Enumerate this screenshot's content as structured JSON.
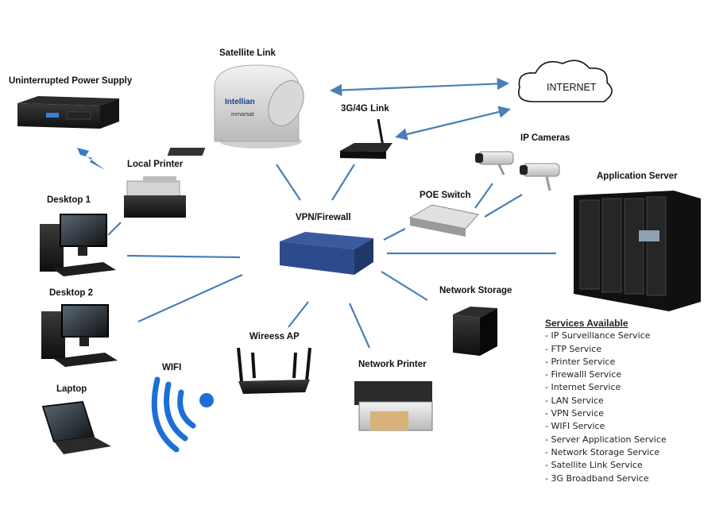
{
  "labels": {
    "ups": "Uninterrupted Power Supply",
    "satellite": "Satellite Link",
    "link_3g4g": "3G/4G Link",
    "internet": "INTERNET",
    "ip_cameras": "IP Cameras",
    "local_printer": "Local Printer",
    "desktop1": "Desktop 1",
    "desktop2": "Desktop 2",
    "laptop": "Laptop",
    "wifi": "WIFI",
    "wireless_ap": "Wireess AP",
    "vpn_firewall": "VPN/Firewall",
    "poe_switch": "POE Switch",
    "app_server": "Application Server",
    "network_storage": "Network Storage",
    "network_printer": "Network Printer"
  },
  "device_text": {
    "satellite_brand": "Intellian",
    "satellite_sub": "inmarsat"
  },
  "services": {
    "title": "Services Available",
    "items": [
      "IP Surveillance Service",
      "FTP Service",
      "Printer Service",
      "Firewalll Service",
      "Internet Service",
      "LAN Service",
      "VPN Service",
      "WIFI Service",
      "Server Application Service",
      "Network Storage Service",
      "Satellite Link Service",
      "3G Broadband Service"
    ]
  },
  "colors": {
    "connector": "#4a7fb5",
    "wifi": "#1d6fd6",
    "bolt": "#3a78c8",
    "device_dark": "#1c1c1c",
    "firewall": "#2d4b8c"
  }
}
